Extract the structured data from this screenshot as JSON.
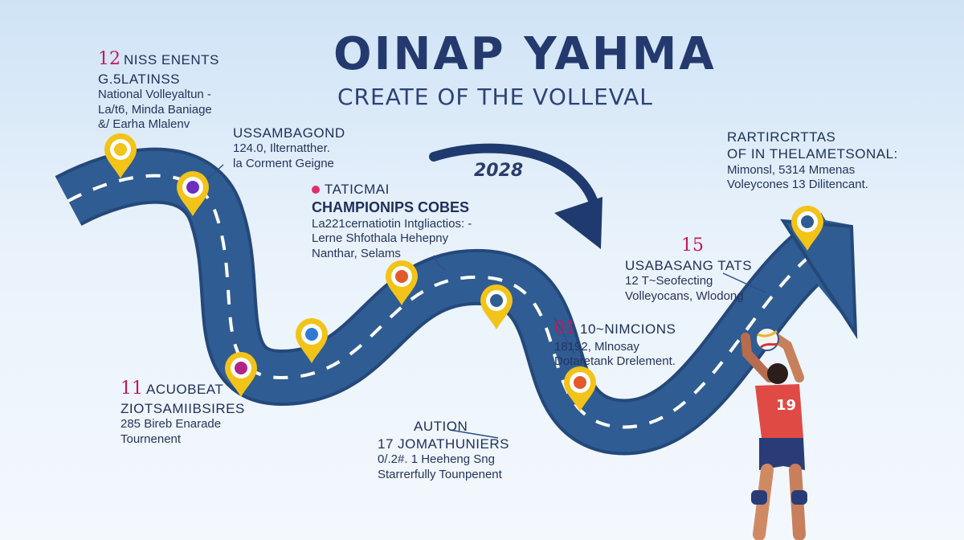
{
  "title": "OINAP YAHMA",
  "subtitle": "CREATE OF THE VOLLEVAL",
  "year_label": "2028",
  "annotations": [
    {
      "num": "12",
      "head": "NISS ENENTS",
      "lines": [
        "G.5LATINSS",
        "National Volleyaltun -",
        "La/t6, Minda Baniage",
        "&/ Earha Mlalenv"
      ]
    },
    {
      "num": "",
      "head": "USSAMBAGOND",
      "lines": [
        "124.0, Ilternatther.",
        "la Corment Geigne"
      ]
    },
    {
      "num": "",
      "head": "TATICMAI",
      "lines": [
        "CHAMPIONIPS COBES",
        "La221cernatiotin Intgliactios: -",
        "Lerne Shfothala Hehepny",
        "Nanthar, Selams"
      ]
    },
    {
      "num": "",
      "head": "RARTIRCRTTAS",
      "lines": [
        "OF IN THELAMETSONAL:",
        "Mimonsl, 5314 Mmenas",
        "Voleycones 13 Dilitencant."
      ]
    },
    {
      "num": "15",
      "head": "USABASANG TATS",
      "lines": [
        "12 T~Seofecting",
        "Volleyocans, Wlodong"
      ]
    },
    {
      "num": "01",
      "head": "10~NIMCIONS",
      "lines": [
        "18192, Mlnosay",
        "Dotaretank Drelement."
      ]
    },
    {
      "num": "11",
      "head": "ACUOBEAT",
      "lines": [
        "ZIOTSAMIIBSIRES",
        "285 Bireb Enarade",
        "Tournenent"
      ]
    },
    {
      "num": "",
      "head": "AUTION",
      "lines": [
        "17 JOMATHUNIERS",
        "0/.2#. 1 Heeheng Sng",
        "Starrerfully Tounpenent"
      ]
    }
  ],
  "player_number": "19",
  "colors": {
    "road": "#2f5c92",
    "road_edge": "#24487a",
    "pin": "#f2c318",
    "accent": "#c4185a",
    "title": "#243a6e"
  },
  "icons": [
    "map-pin-icon",
    "volleyball-icon",
    "arrow-icon"
  ]
}
